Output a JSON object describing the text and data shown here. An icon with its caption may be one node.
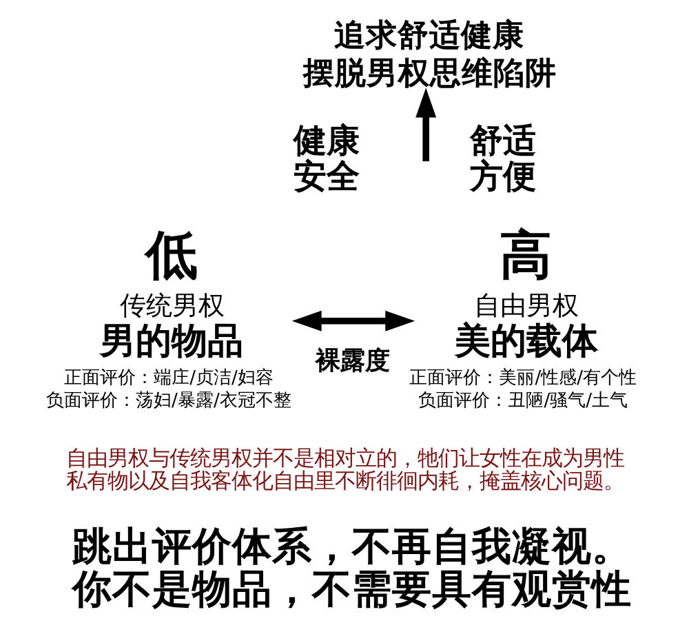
{
  "diagram": {
    "nodes": [
      {
        "text": [
          "追求舒适健康",
          "摆脱男权思维陷阱"
        ]
      },
      {
        "text": [
          "低",
          "传统男权",
          "男的物品",
          "正面评价：端庄/贞洁/妇容",
          "负面评价：荡妇/暴露/衣冠不整"
        ]
      },
      {
        "text": [
          "高",
          "自由男权",
          "美的载体",
          "正面评价：美丽/性感/有个性",
          "负面评价：丑陋/骚气/土气"
        ]
      }
    ],
    "edges": [
      {
        "from": null,
        "to": 0,
        "arrow": "to"
      },
      {
        "from": 1,
        "to": 2,
        "arrow": "both",
        "label": "裸露度"
      }
    ],
    "labels": [
      "健康安全",
      "舒适方便",
      "自由男权与传统男权并不是相对立的，牠们让女性在成为男性私有物以及自我客体化自由里不断徘徊内耗，掩盖核心问题。",
      "跳出评价体系，不再自我凝视。你不是物品，不需要具有观赏性"
    ]
  }
}
